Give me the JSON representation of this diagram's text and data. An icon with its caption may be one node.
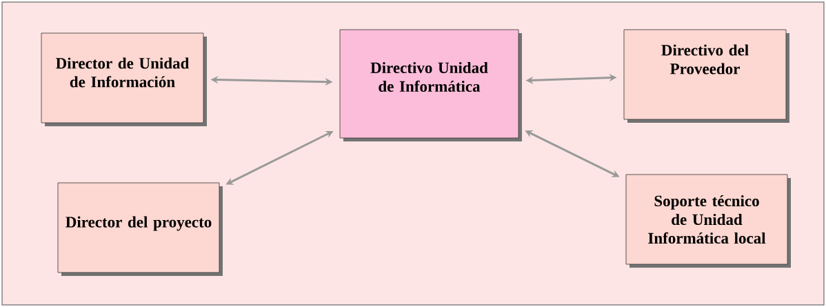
{
  "diagram": {
    "nodes": [
      {
        "text": [
          "Director de Unidad de Información"
        ]
      },
      {
        "text": [
          "Directivo Unidad de Informática"
        ]
      },
      {
        "text": [
          "Directivo del Proveedor"
        ]
      },
      {
        "text": [
          "Director del proyecto"
        ]
      },
      {
        "text": [
          "Soporte técnico de Unidad Informática local"
        ]
      }
    ],
    "edges": [
      {
        "from": 0,
        "to": 1,
        "arrow": "both"
      },
      {
        "from": 1,
        "to": 2,
        "arrow": "both"
      },
      {
        "from": 3,
        "to": 1,
        "arrow": "both"
      },
      {
        "from": 1,
        "to": 4,
        "arrow": "both"
      }
    ]
  }
}
